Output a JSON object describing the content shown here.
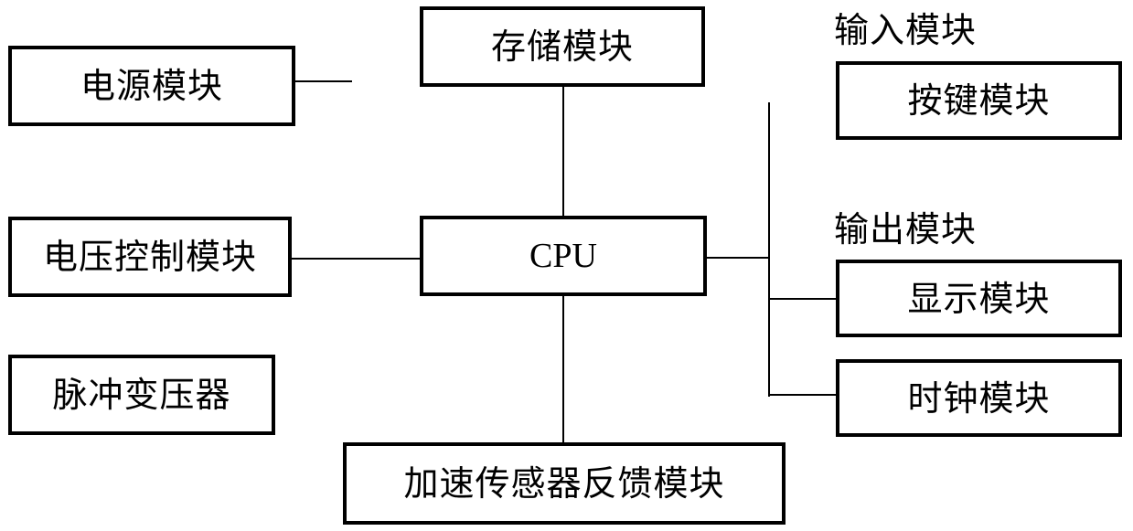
{
  "diagram": {
    "modules": {
      "power": "电源模块",
      "voltage_control": "电压控制模块",
      "pulse_transformer": "脉冲变压器",
      "storage": "存储模块",
      "cpu": "CPU",
      "accel_sensor_feedback": "加速传感器反馈模块",
      "key": "按键模块",
      "display": "显示模块",
      "clock": "时钟模块"
    },
    "groups": {
      "input": "输入模块",
      "output": "输出模块"
    }
  }
}
